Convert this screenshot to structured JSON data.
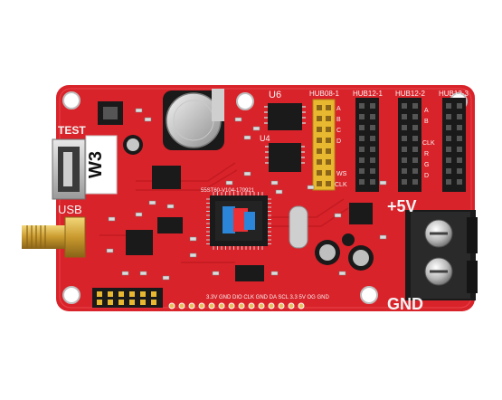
{
  "board": {
    "labels": {
      "test": "TEST",
      "usb": "USB",
      "w3": "W3",
      "plus5v": "+5V",
      "gnd": "GND",
      "u6": "U6",
      "u4": "U4",
      "hub08": "HUB08-1",
      "hub12_1": "HUB12-1",
      "hub12_2": "HUB12-2",
      "hub12_3": "HUB12-3",
      "chip_code": "55ST60-V104-170921",
      "bottom_pins": "3.3V GND DIO CLK GND DA SCL 3.3 5V OG GND",
      "pin_a": "A",
      "pin_b": "B",
      "pin_c": "C",
      "pin_d": "D",
      "pin_clk": "CLK",
      "pin_ws": "WS",
      "pin_r": "R",
      "pin_g": "G"
    },
    "colors": {
      "pcb": "#d9232a",
      "silkscreen": "#f4f4f4",
      "chip": "#1a1a1a",
      "header_gold": "#e8b830"
    }
  }
}
